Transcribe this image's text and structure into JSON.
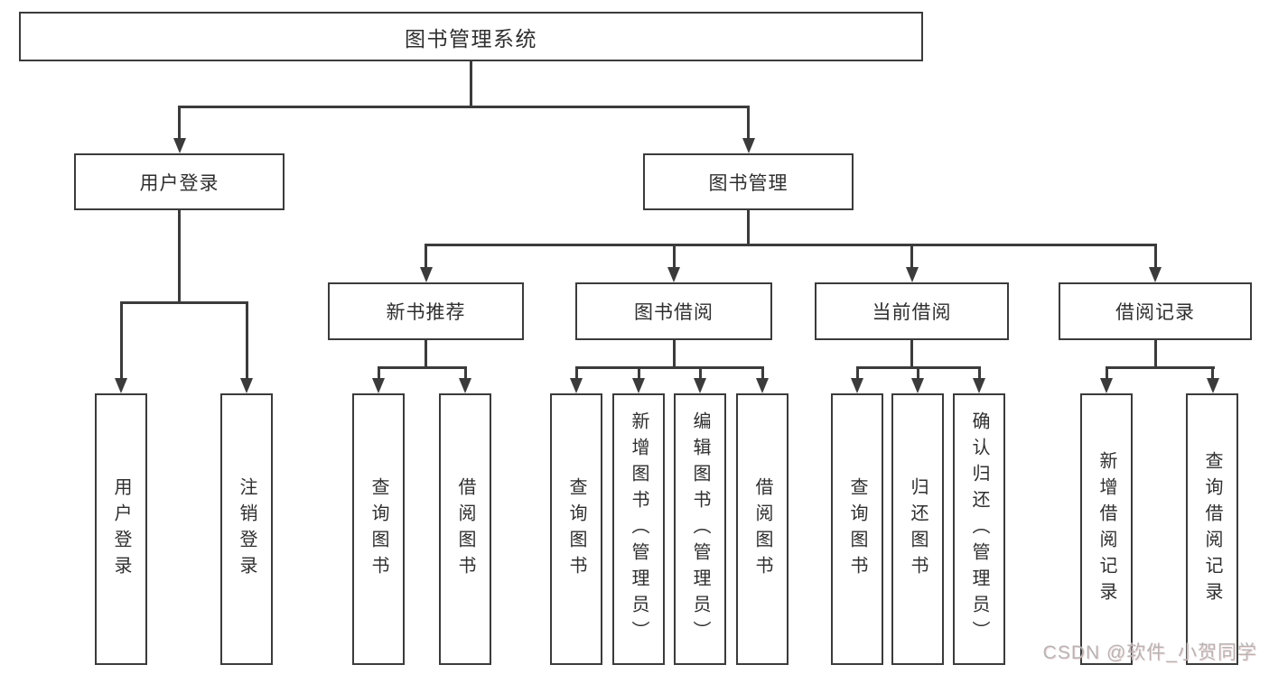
{
  "diagram": {
    "type": "org-tree",
    "root": {
      "label": "图书管理系统"
    },
    "level2": [
      {
        "label": "用户登录"
      },
      {
        "label": "图书管理"
      }
    ],
    "level3": [
      {
        "label": "新书推荐",
        "parent": "图书管理"
      },
      {
        "label": "图书借阅",
        "parent": "图书管理"
      },
      {
        "label": "当前借阅",
        "parent": "图书管理"
      },
      {
        "label": "借阅记录",
        "parent": "图书管理"
      }
    ],
    "leaves": [
      {
        "label": "用户登录",
        "parent": "用户登录"
      },
      {
        "label": "注销登录",
        "parent": "用户登录"
      },
      {
        "label": "查询图书",
        "parent": "新书推荐"
      },
      {
        "label": "借阅图书",
        "parent": "新书推荐"
      },
      {
        "label": "查询图书",
        "parent": "图书借阅"
      },
      {
        "label": "新增图书（管理员）",
        "parent": "图书借阅"
      },
      {
        "label": "编辑图书（管理员）",
        "parent": "图书借阅"
      },
      {
        "label": "借阅图书",
        "parent": "图书借阅"
      },
      {
        "label": "查询图书",
        "parent": "当前借阅"
      },
      {
        "label": "归还图书",
        "parent": "当前借阅"
      },
      {
        "label": "确认归还（管理员）",
        "parent": "当前借阅"
      },
      {
        "label": "新增借阅记录",
        "parent": "借阅记录"
      },
      {
        "label": "查询借阅记录",
        "parent": "借阅记录"
      }
    ],
    "colors": {
      "line": "#3b3b3b",
      "box_border": "#3b3b3b",
      "text": "#2f2f2f",
      "background": "#ffffff",
      "watermark": "#b7b4b4"
    }
  },
  "watermark": {
    "text": "CSDN @软件_小贺同学"
  }
}
